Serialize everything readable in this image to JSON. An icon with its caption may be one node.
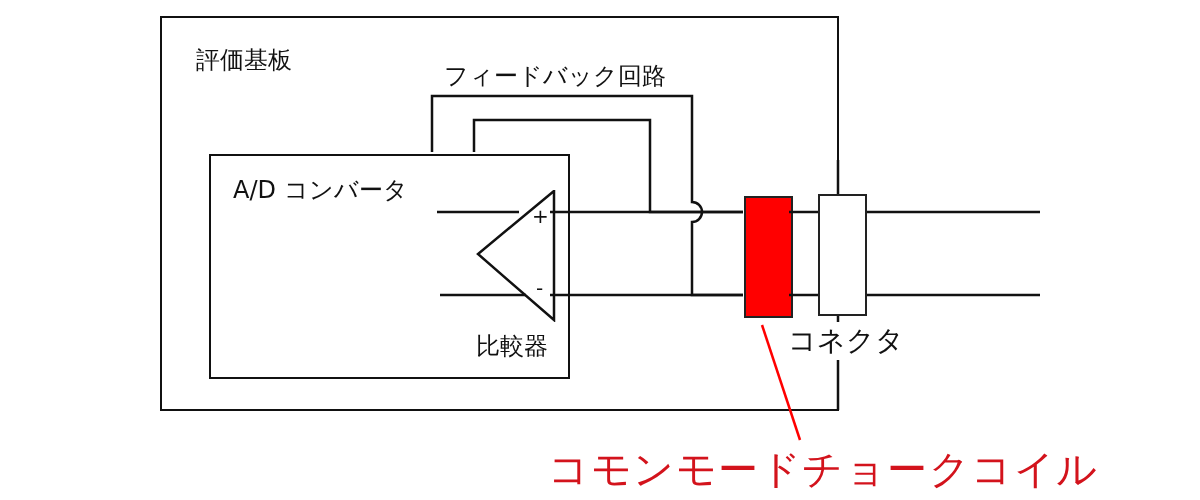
{
  "diagram": {
    "nodes": [
      {
        "text": [
          "評価基板"
        ]
      },
      {
        "text": [
          "A/D コンバータ"
        ],
        "in": 0
      },
      {
        "text": [
          "+",
          "-",
          "比較器"
        ],
        "in": 1
      },
      {
        "text": [],
        "shape": "box",
        "in": 0
      },
      {
        "text": [
          "コネクタ"
        ]
      },
      {
        "text": [
          "コモンモードチョークコイル"
        ]
      }
    ],
    "edges": [
      {
        "from": 2,
        "to": 3,
        "arrow": "none"
      },
      {
        "from": 2,
        "to": 3,
        "arrow": "none"
      },
      {
        "from": 3,
        "to": 4,
        "arrow": "none"
      },
      {
        "from": 3,
        "to": 4,
        "arrow": "none"
      },
      {
        "from": 4,
        "to": null,
        "arrow": "none"
      },
      {
        "from": 4,
        "to": null,
        "arrow": "none"
      },
      {
        "from": 5,
        "to": 3,
        "arrow": "none",
        "color": "#ff0000"
      },
      {
        "from": 1,
        "to": 3,
        "arrow": "none"
      },
      {
        "from": 1,
        "to": 3,
        "arrow": "none"
      }
    ],
    "labels": [
      "フィードバック回路"
    ]
  }
}
